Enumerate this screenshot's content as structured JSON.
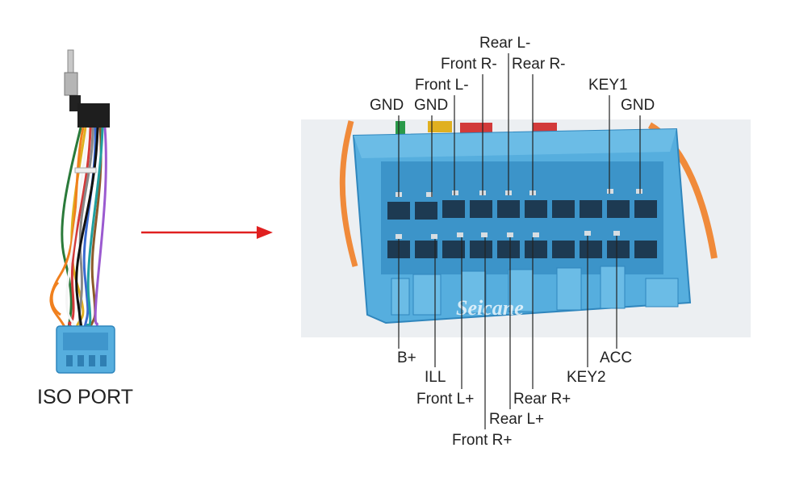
{
  "diagram": {
    "left_label": "ISO PORT",
    "watermark": "Seicane",
    "pins_top": {
      "gnd_a": "GND",
      "gnd_b": "GND",
      "front_l_minus": "Front L-",
      "front_r_minus": "Front R-",
      "rear_l_minus": "Rear L-",
      "rear_r_minus": "Rear R-",
      "key1": "KEY1",
      "gnd_c": "GND"
    },
    "pins_bottom": {
      "b_plus": "B+",
      "ill": "ILL",
      "front_l_plus": "Front L+",
      "front_r_plus": "Front R+",
      "rear_l_plus": "Rear L+",
      "rear_r_plus": "Rear R+",
      "key2": "KEY2",
      "acc": "ACC"
    },
    "colors": {
      "arrow": "#e02020",
      "connector": "#56aede",
      "leader": "#222222"
    }
  }
}
